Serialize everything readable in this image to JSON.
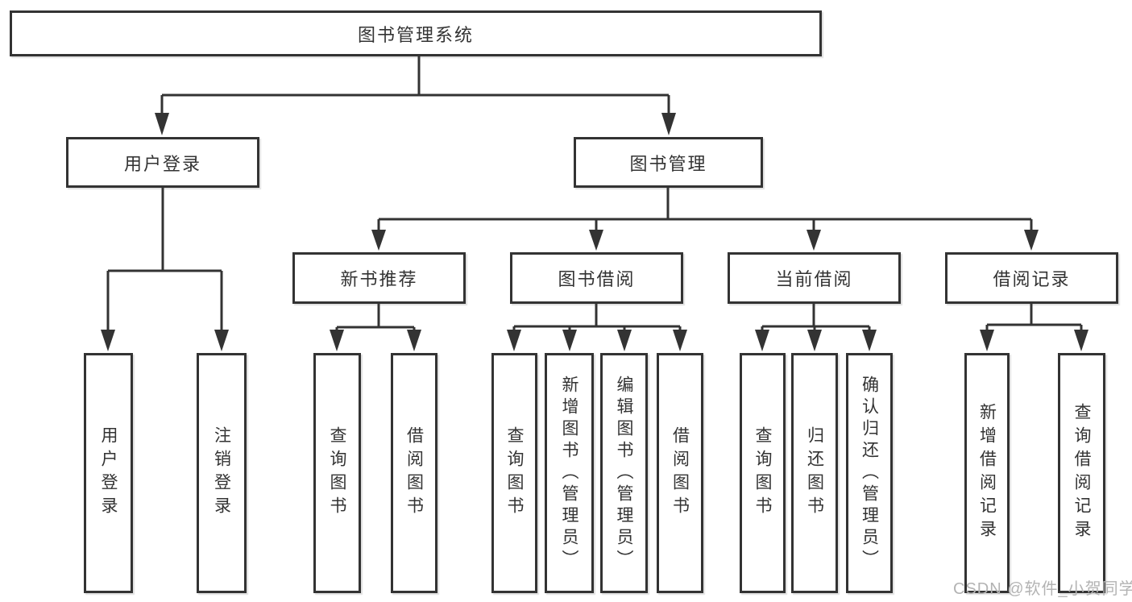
{
  "diagram": {
    "tree": {
      "root": "图书管理系统",
      "children": [
        {
          "label": "用户登录",
          "children": [
            "用户登录",
            "注销登录"
          ]
        },
        {
          "label": "图书管理",
          "children": [
            {
              "label": "新书推荐",
              "children": [
                "查询图书",
                "借阅图书"
              ]
            },
            {
              "label": "图书借阅",
              "children": [
                "查询图书",
                "新增图书（管理员）",
                "编辑图书（管理员）",
                "借阅图书"
              ]
            },
            {
              "label": "当前借阅",
              "children": [
                "查询图书",
                "归还图书",
                "确认归还（管理员）"
              ]
            },
            {
              "label": "借阅记录",
              "children": [
                "新增借阅记录",
                "查询借阅记录"
              ]
            }
          ]
        }
      ]
    },
    "colors": {
      "line": "#333333",
      "text": "#333333",
      "box_background": "#ffffff",
      "watermark": "#b3b3b3"
    },
    "watermark": "CSDN @软件_小贺同学"
  }
}
